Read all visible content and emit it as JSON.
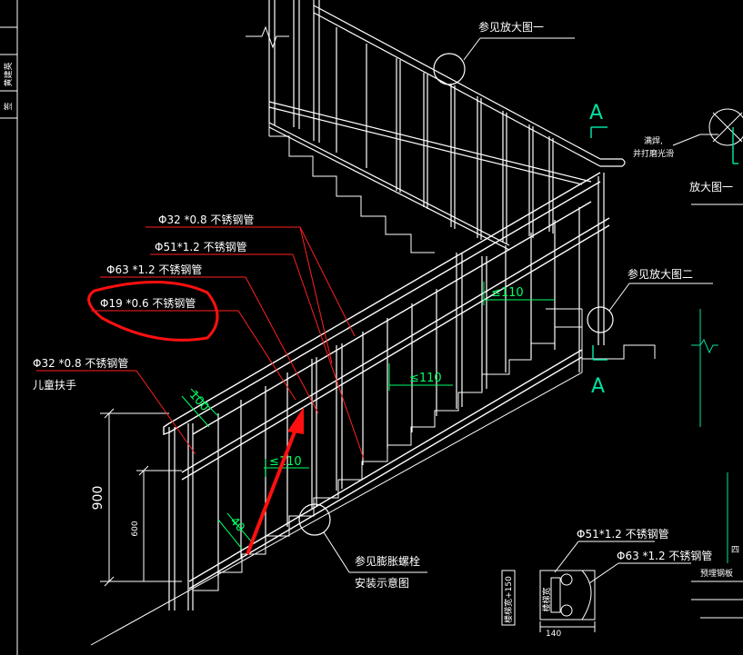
{
  "labels": {
    "detail1_ref": "参见放大图一",
    "detail1_title": "放大图一",
    "detail2_ref": "参见放大图二",
    "weld_note_1": "满焊,",
    "weld_note_2": "并打磨光滑",
    "tube_32": "Φ32 *0.8 不锈钢管",
    "tube_51": "Φ51*1.2 不锈钢管",
    "tube_63": "Φ63 *1.2 不锈钢管",
    "tube_19": "Φ19 *0.6 不锈钢管",
    "child_tube": "Φ32 *0.8 不锈钢管",
    "child_rail": "儿童扶手",
    "bolt_1": "参见膨胀螺栓",
    "bolt_2": "安装示意图",
    "det_tube_51": "Φ51*1.2 不锈钢管",
    "det_tube_63": "Φ63 *1.2 不锈钢管",
    "embed_plate": "预埋钢板",
    "four_partial": "四",
    "section_a_top": "A",
    "section_a_bottom": "A",
    "det_vertical_1": "楼梯宽+150",
    "det_vertical_2": "楼梯宽",
    "left_strip_1": "黄建英",
    "left_strip_2": "签"
  },
  "dims": {
    "h900": "900",
    "h600": "600",
    "d100": "100",
    "d40": "40",
    "gap1": "≤110",
    "gap2": "≤110",
    "gap3": "≤110",
    "w140": "140"
  },
  "colors": {
    "background": "#000000",
    "lines": "#ffffff",
    "leaders": "#ff2020",
    "dimensions": "#00ff66",
    "section": "#00e0a0",
    "highlight": "#ff1010"
  }
}
